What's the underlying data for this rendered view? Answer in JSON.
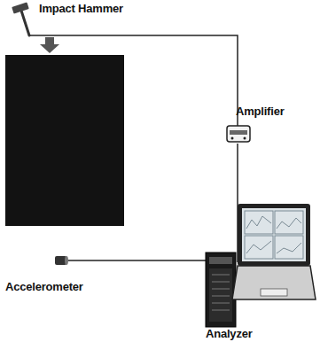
{
  "diagram": {
    "labels": [
      "Impact Hammer",
      "Amplifier",
      "Accelerometer",
      "Analyzer"
    ]
  }
}
